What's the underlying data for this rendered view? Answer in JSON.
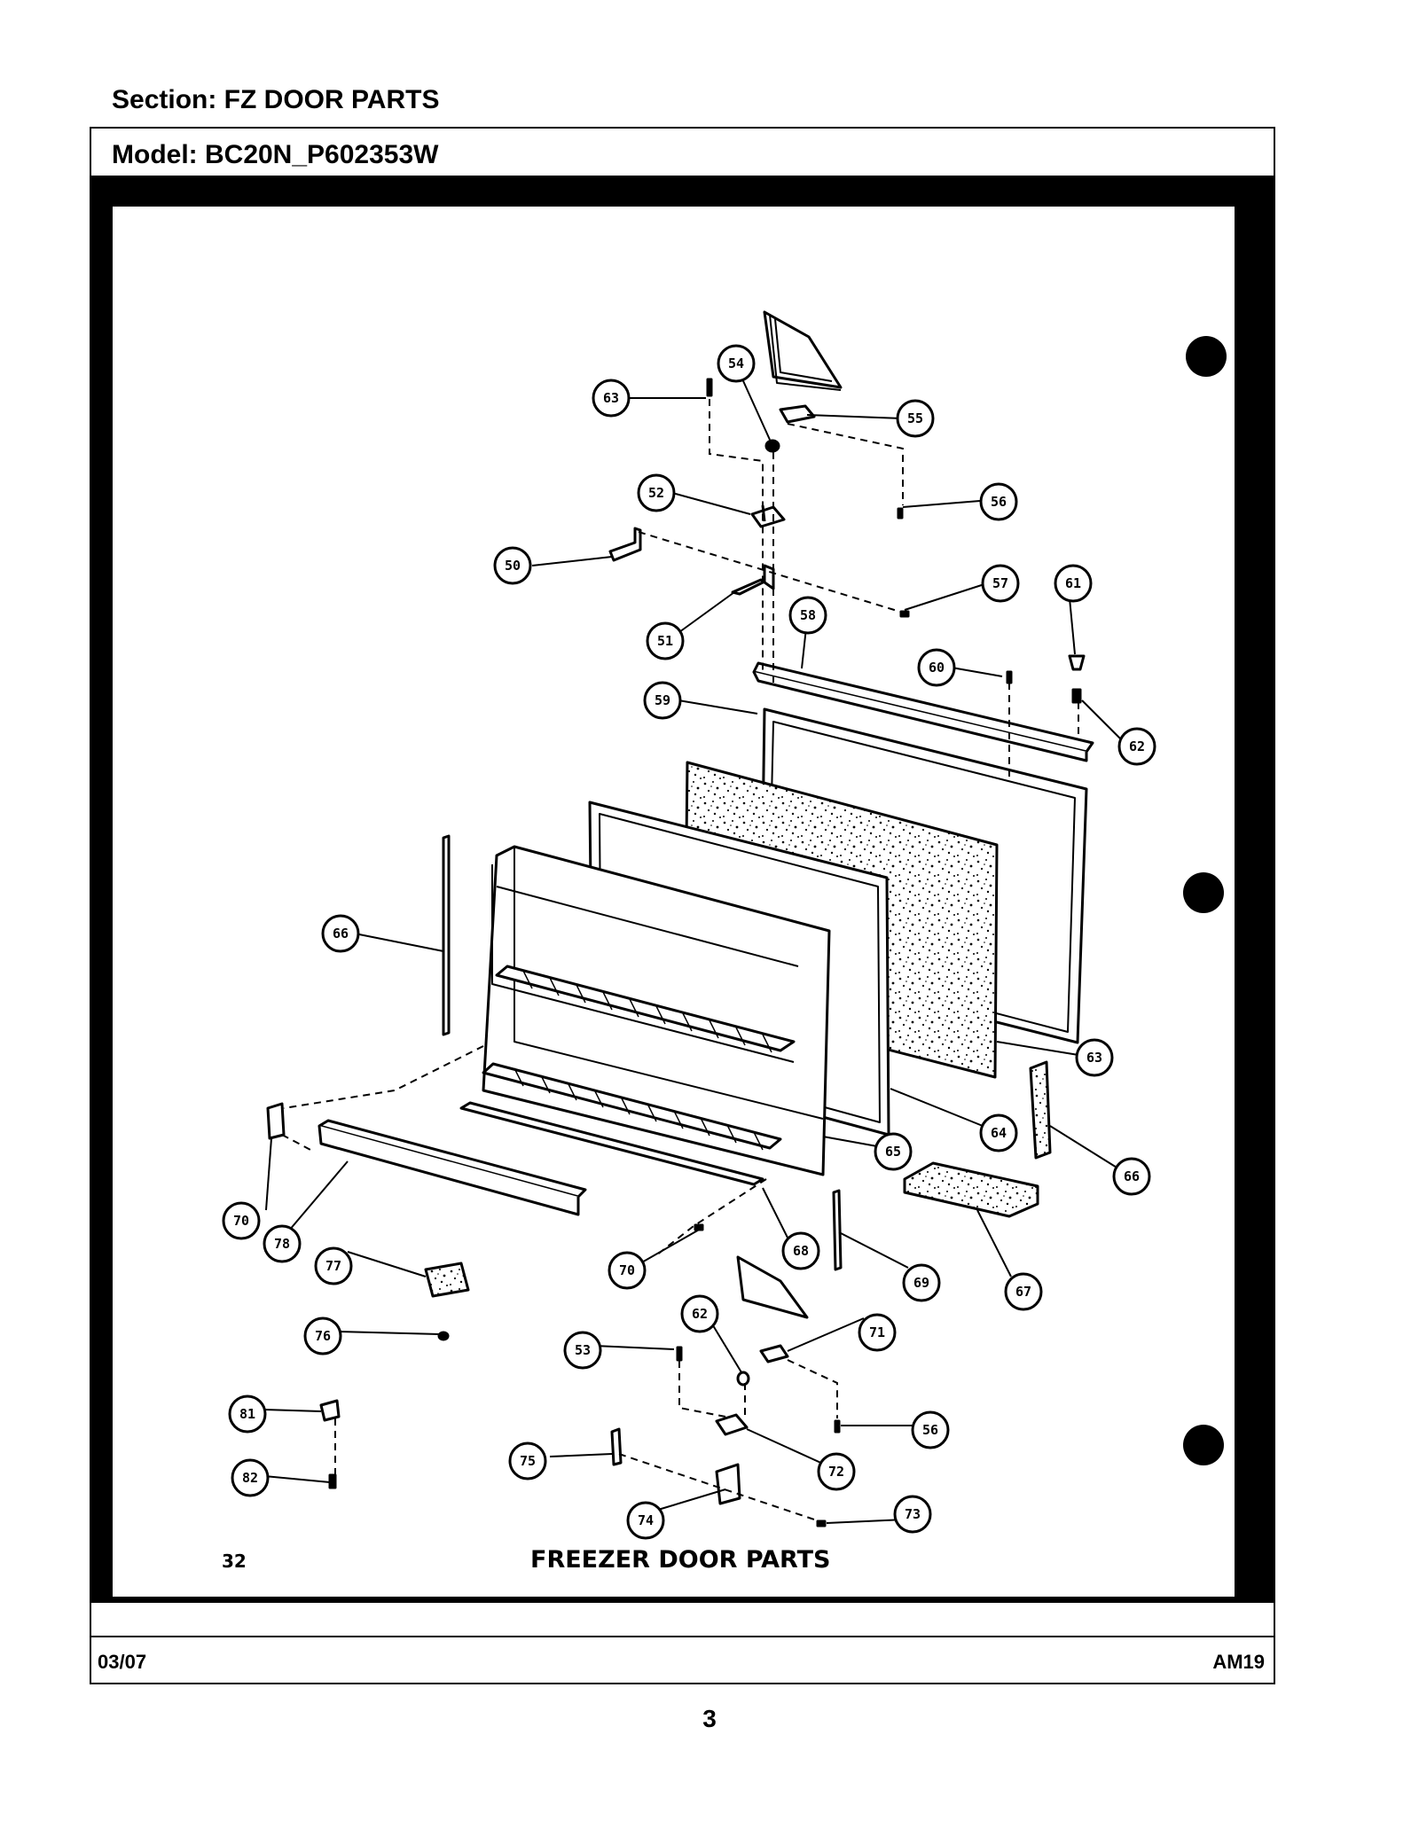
{
  "header": {
    "section": "Section:  FZ DOOR PARTS",
    "model": "Model:  BC20N_P602353W"
  },
  "diagram": {
    "caption": "FREEZER DOOR PARTS",
    "figure_number": "32",
    "callouts": [
      {
        "id": "c63a",
        "label": "63"
      },
      {
        "id": "c54",
        "label": "54"
      },
      {
        "id": "c55",
        "label": "55"
      },
      {
        "id": "c52",
        "label": "52"
      },
      {
        "id": "c56a",
        "label": "56"
      },
      {
        "id": "c50",
        "label": "50"
      },
      {
        "id": "c57",
        "label": "57"
      },
      {
        "id": "c61a",
        "label": "61"
      },
      {
        "id": "c51",
        "label": "51"
      },
      {
        "id": "c58",
        "label": "58"
      },
      {
        "id": "c60",
        "label": "60"
      },
      {
        "id": "c59",
        "label": "59"
      },
      {
        "id": "c62a",
        "label": "62"
      },
      {
        "id": "c66a",
        "label": "66"
      },
      {
        "id": "c63b",
        "label": "63"
      },
      {
        "id": "c64",
        "label": "64"
      },
      {
        "id": "c65",
        "label": "65"
      },
      {
        "id": "c66b",
        "label": "66"
      },
      {
        "id": "c67",
        "label": "67"
      },
      {
        "id": "c70a",
        "label": "70"
      },
      {
        "id": "c78",
        "label": "78"
      },
      {
        "id": "c68",
        "label": "68"
      },
      {
        "id": "c70b",
        "label": "70"
      },
      {
        "id": "c69",
        "label": "69"
      },
      {
        "id": "c77",
        "label": "77"
      },
      {
        "id": "c62b",
        "label": "62"
      },
      {
        "id": "c71",
        "label": "71"
      },
      {
        "id": "c76",
        "label": "76"
      },
      {
        "id": "c53",
        "label": "53"
      },
      {
        "id": "c56b",
        "label": "56"
      },
      {
        "id": "c72",
        "label": "72"
      },
      {
        "id": "c81",
        "label": "81"
      },
      {
        "id": "c75",
        "label": "75"
      },
      {
        "id": "c82",
        "label": "82"
      },
      {
        "id": "c74",
        "label": "74"
      },
      {
        "id": "c73",
        "label": "73"
      }
    ]
  },
  "footer": {
    "date": "03/07",
    "code": "AM19",
    "page": "3"
  }
}
